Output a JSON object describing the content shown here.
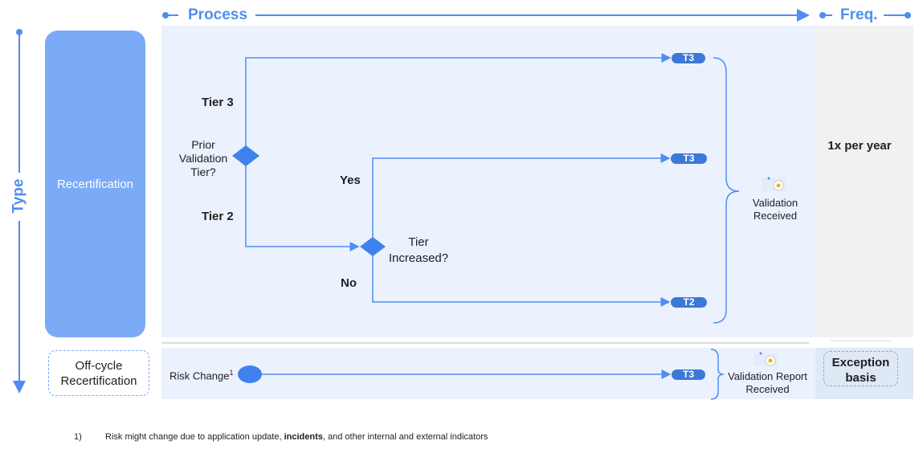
{
  "header": {
    "process_label": "Process",
    "freq_label": "Freq.",
    "type_label": "Type"
  },
  "rows": {
    "recert": {
      "label": "Recertification",
      "freq": "1x per year"
    },
    "offcycle": {
      "label": "Off-cycle Recertification",
      "freq": "Exception basis"
    }
  },
  "flow": {
    "decision1": [
      "Prior",
      "Validation",
      "Tier?"
    ],
    "tier3": "Tier 3",
    "tier2": "Tier 2",
    "decision2": [
      "Tier",
      "Increased?"
    ],
    "yes": "Yes",
    "no": "No",
    "pills": [
      "T3",
      "T3",
      "T2",
      "T3"
    ],
    "outcome1": [
      "Validation",
      "Received"
    ],
    "risk_change": "Risk Change",
    "risk_sup": "1",
    "outcome2": [
      "Validation Report",
      "Received"
    ]
  },
  "footnote": {
    "num": "1)",
    "pre": "Risk might change due to application update, ",
    "bold": "incidents",
    "post": ", and other internal and external indicators"
  },
  "colors": {
    "accent": "#4f8ef0",
    "box": "#7baaf7",
    "panel": "#ebf2fd",
    "freq": "#f1f1f1",
    "pill": "#3c78d8"
  }
}
